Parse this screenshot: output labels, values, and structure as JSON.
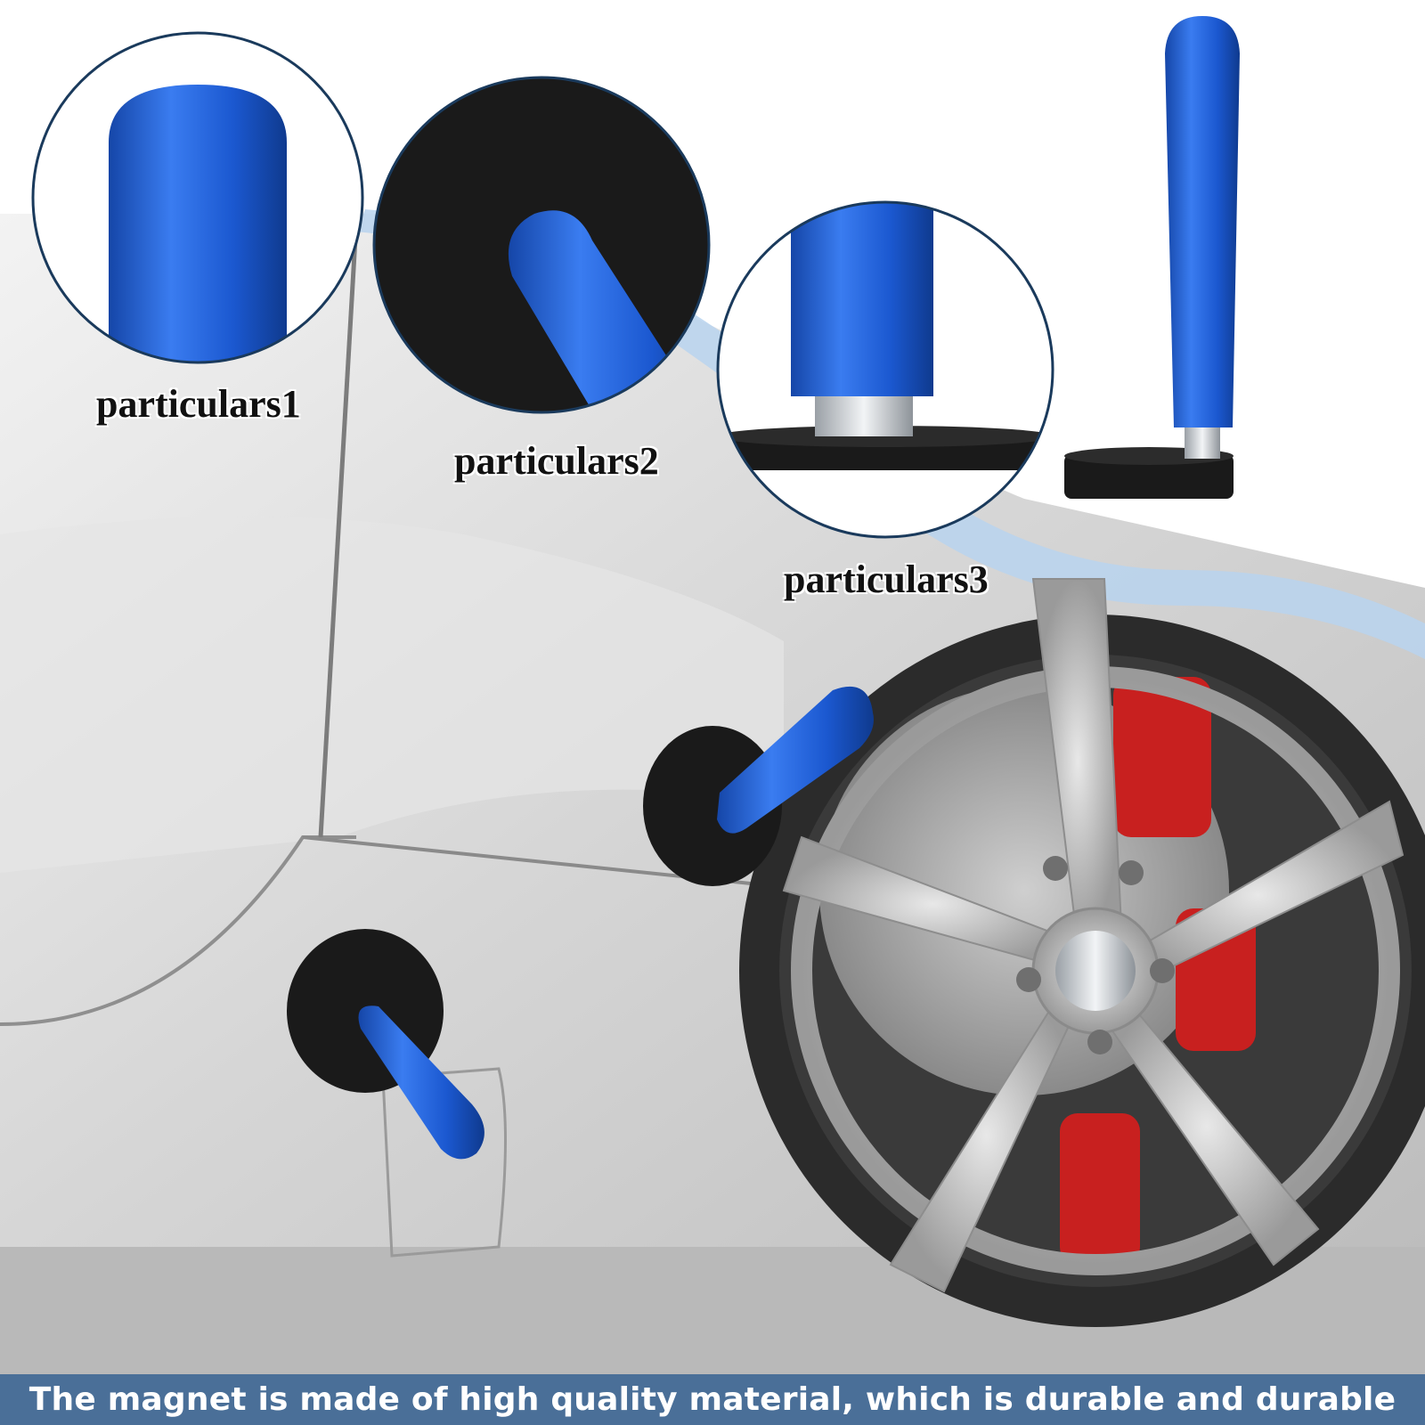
{
  "labels": {
    "detail1": "particulars1",
    "detail2": "particulars2",
    "detail3": "particulars3"
  },
  "caption": "The magnet is made of high quality material, which is durable and durable",
  "colors": {
    "handle_blue": "#1f5fd6",
    "magnet_black": "#1a1a1a",
    "car_silver": "#d9d9d9",
    "caliper_red": "#c8201f",
    "banner_blue": "#4a6f98"
  }
}
